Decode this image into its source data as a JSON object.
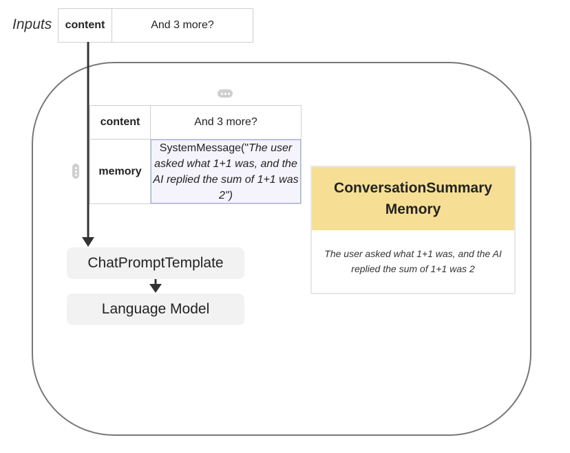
{
  "inputs": {
    "label": "Inputs",
    "key": "content",
    "value": "And 3 more?"
  },
  "prompt_table": {
    "rows": [
      {
        "key": "content",
        "value": "And 3 more?"
      },
      {
        "key": "memory",
        "value_prefix": "SystemMessage(\"",
        "value_italic": "The user asked what 1+1 was, and the AI replied the sum of 1+1 was 2\")"
      }
    ]
  },
  "nodes": {
    "chat_prompt_template": "ChatPromptTemplate",
    "language_model": "Language Model"
  },
  "memory_card": {
    "title_line1": "ConversationSummary",
    "title_line2": "Memory",
    "body": "The user asked what 1+1 was, and the AI replied the sum of 1+1 was 2"
  },
  "colors": {
    "memory_header": "#f6df95",
    "highlight_border": "#a7b2e8",
    "node_bg": "#f2f2f2"
  }
}
